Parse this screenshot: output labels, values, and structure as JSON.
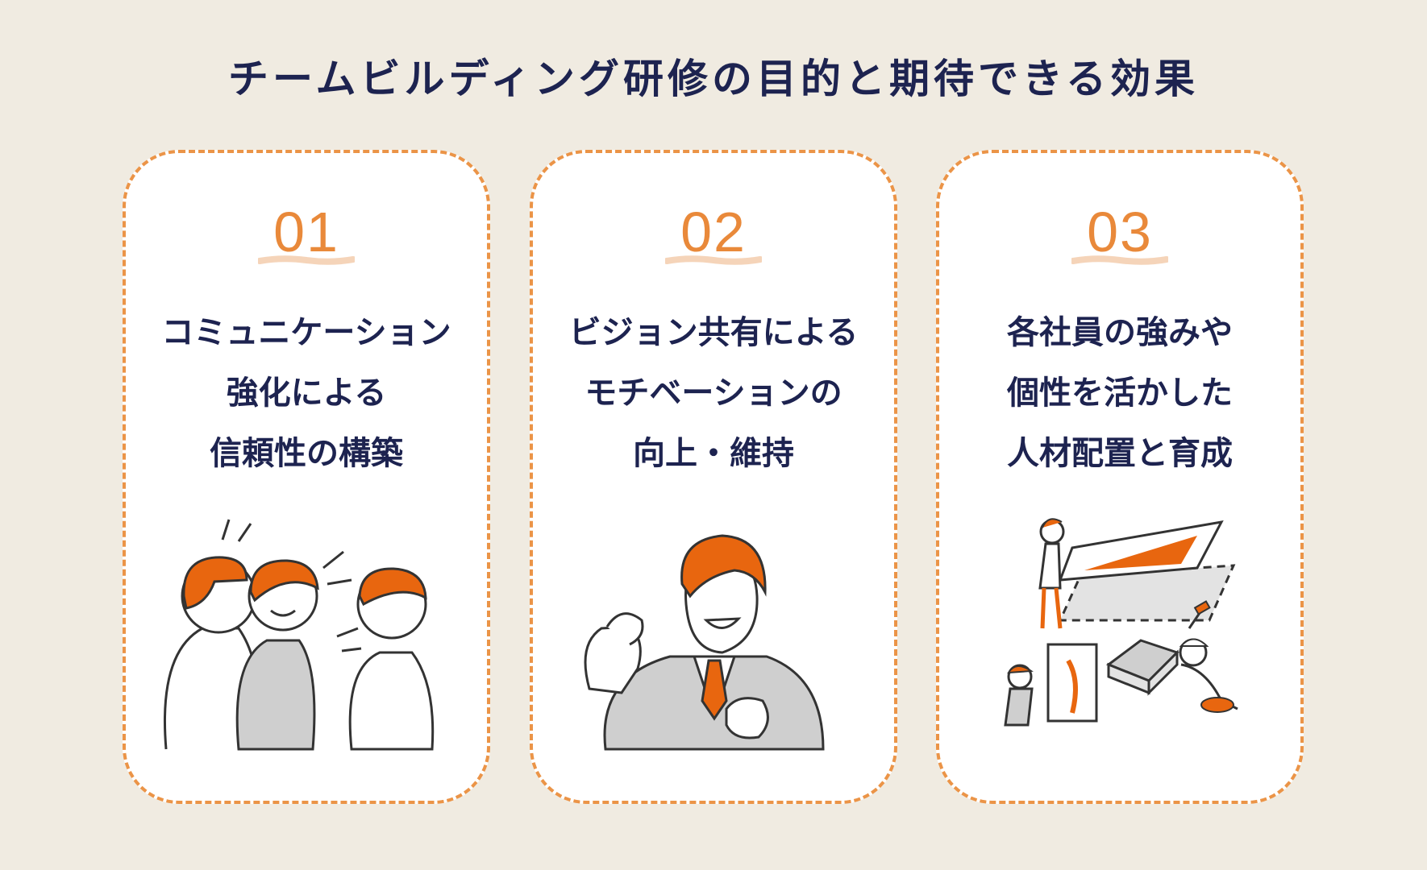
{
  "title": "チームビルディング研修の目的と期待できる効果",
  "colors": {
    "background": "#f0ebe1",
    "card": "#ffffff",
    "accent": "#eb9447",
    "text": "#1d2350",
    "hair": "#e8660f",
    "gray": "#cfcfcf"
  },
  "cards": [
    {
      "number": "01",
      "lines": [
        "コミュニケーション",
        "強化による",
        "信頼性の構築"
      ],
      "illustration": "three-people-talking-illustration"
    },
    {
      "number": "02",
      "lines": [
        "ビジョン共有による",
        "モチベーションの",
        "向上・維持"
      ],
      "illustration": "businessman-fist-pump-illustration"
    },
    {
      "number": "03",
      "lines": [
        "各社員の強みや",
        "個性を活かした",
        "人材配置と育成"
      ],
      "illustration": "team-building-workers-illustration"
    }
  ]
}
